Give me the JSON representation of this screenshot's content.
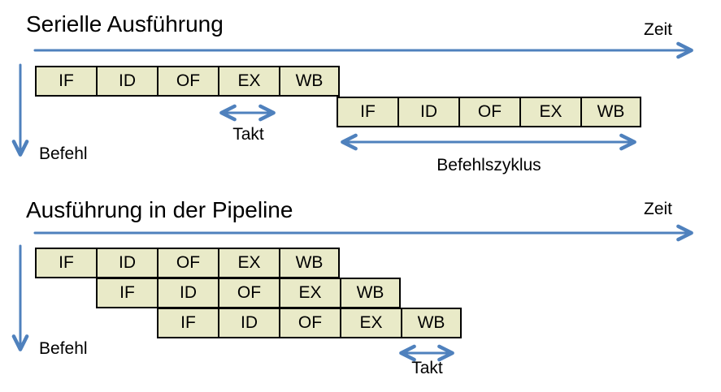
{
  "colors": {
    "accent": "#4F81BD",
    "box_fill": "#E9EAC8",
    "box_border": "#000000"
  },
  "sections": [
    {
      "title": "Serielle Ausführung",
      "zeit_label": "Zeit",
      "befehl_label": "Befehl",
      "takt_label": "Takt",
      "befehlszyklus_label": "Befehlszyklus",
      "rows": [
        {
          "stages": [
            "IF",
            "ID",
            "OF",
            "EX",
            "WB"
          ]
        },
        {
          "stages": [
            "IF",
            "ID",
            "OF",
            "EX",
            "WB"
          ]
        }
      ]
    },
    {
      "title": "Ausführung in der Pipeline",
      "zeit_label": "Zeit",
      "befehl_label": "Befehl",
      "takt_label": "Takt",
      "rows": [
        {
          "stages": [
            "IF",
            "ID",
            "OF",
            "EX",
            "WB"
          ]
        },
        {
          "stages": [
            "IF",
            "ID",
            "OF",
            "EX",
            "WB"
          ]
        },
        {
          "stages": [
            "IF",
            "ID",
            "OF",
            "EX",
            "WB"
          ]
        }
      ]
    }
  ]
}
